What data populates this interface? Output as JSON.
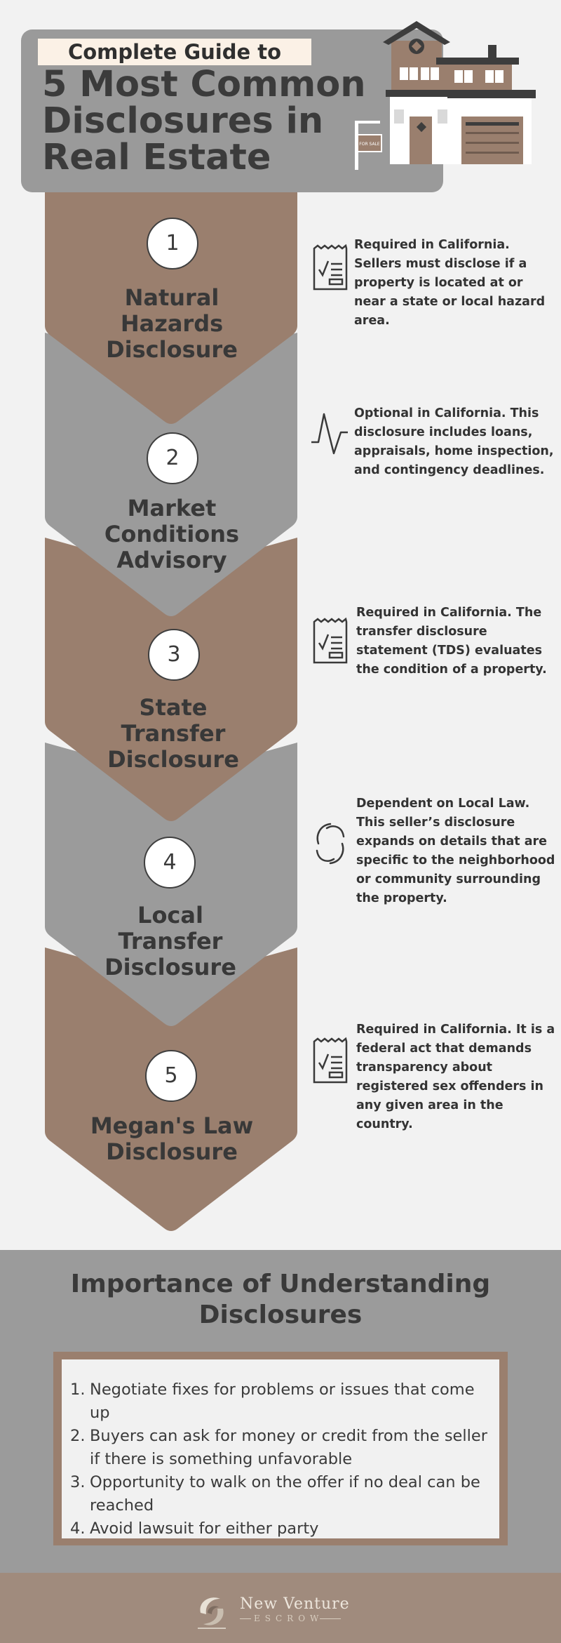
{
  "header": {
    "tag": "Complete Guide to",
    "title_lines": [
      "5 Most Common",
      "Disclosures in",
      "Real Estate"
    ],
    "sign_text": "FOR SALE"
  },
  "steps": [
    {
      "number": "1",
      "title_lines": [
        "Natural",
        "Hazards",
        "Disclosure"
      ],
      "icon": "checklist-icon",
      "description": "Required in California. Sellers must disclose if a property is located at or near a state or local hazard area."
    },
    {
      "number": "2",
      "title_lines": [
        "Market",
        "Conditions",
        "Advisory"
      ],
      "icon": "pulse-icon",
      "description": "Optional in California. This disclosure includes loans, appraisals, home inspection, and contingency deadlines."
    },
    {
      "number": "3",
      "title_lines": [
        "State",
        "Transfer",
        "Disclosure"
      ],
      "icon": "checklist-icon",
      "description": "Required in California. The transfer disclosure statement (TDS) evaluates the condition of a property."
    },
    {
      "number": "4",
      "title_lines": [
        "Local",
        "Transfer",
        "Disclosure"
      ],
      "icon": "swirl-icon",
      "description": "Dependent on Local Law. This seller’s disclosure expands on details that are specific to the neighborhood or community surrounding the property."
    },
    {
      "number": "5",
      "title_lines": [
        "Megan's Law",
        "Disclosure"
      ],
      "icon": "checklist-icon",
      "description": "Required in California. It is a federal act that demands transparency about registered sex offenders in any given area in the country."
    }
  ],
  "importance": {
    "title_lines": [
      "Importance of Understanding",
      "Disclosures"
    ],
    "items": [
      {
        "num": "1.",
        "text": "Negotiate fixes for problems or issues that come up"
      },
      {
        "num": "2.",
        "text": "Buyers can ask for money or credit from the seller if there is something unfavorable"
      },
      {
        "num": "3.",
        "text": "Opportunity to walk on the offer if no deal can be reached"
      },
      {
        "num": "4.",
        "text": "Avoid lawsuit for either party"
      }
    ]
  },
  "footer": {
    "brand": "New Venture",
    "brand_sub": "ESCROW"
  },
  "colors": {
    "background": "#f2f2f2",
    "header_gray": "#9a9a9a",
    "brown": "#9a7f6e",
    "step_gray": "#9b9b9b",
    "text_dark": "#383838",
    "footer_brown": "#a08b7d"
  }
}
